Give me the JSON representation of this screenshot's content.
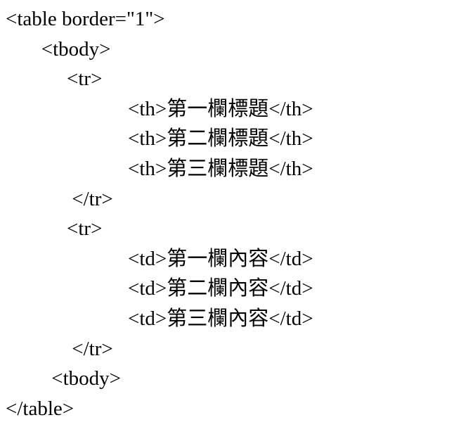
{
  "code": {
    "language": "html",
    "lines": [
      {
        "text": "<table border=\"1\">"
      },
      {
        "text": "       <tbody>"
      },
      {
        "text": "            <tr>"
      },
      {
        "text": "                        <th>第一欄標題</th>"
      },
      {
        "text": "                        <th>第二欄標題</th>"
      },
      {
        "text": "                        <th>第三欄標題</th>"
      },
      {
        "text": "             </tr>"
      },
      {
        "text": "            <tr>"
      },
      {
        "text": "                        <td>第一欄內容</td>"
      },
      {
        "text": "                        <td>第二欄內容</td>"
      },
      {
        "text": "                        <td>第三欄內容</td>"
      },
      {
        "text": "             </tr>"
      },
      {
        "text": "         <tbody>"
      },
      {
        "text": "</table>"
      }
    ]
  }
}
